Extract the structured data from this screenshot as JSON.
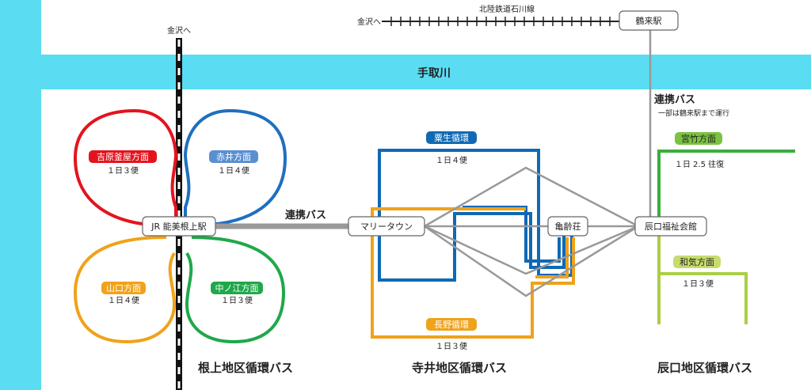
{
  "river": {
    "name": "手取川",
    "color": "#5adcf2"
  },
  "railway": {
    "hokuriku": {
      "name": "北陸鉄道石川線",
      "direction": "金沢へ"
    },
    "jr": {
      "direction": "金沢へ"
    }
  },
  "stations": {
    "nomi_neagari": "JR 能美根上駅",
    "marie_town": "マリータウン",
    "kireisou": "亀齢荘",
    "tatsunokuchi_fukushi": "辰口福祉会館",
    "tsurugi": "鶴来駅"
  },
  "links": {
    "renkei_bus_main": "連携バス",
    "renkei_bus_north": "連携バス",
    "renkei_bus_north_note": "一部は鶴来駅まで運行"
  },
  "routes": {
    "yoshiwara": {
      "name": "吉原釜屋方面",
      "freq": "１日３便",
      "color": "#e3141e"
    },
    "akai": {
      "name": "赤井方面",
      "freq": "１日４便",
      "color": "#1f6fbf"
    },
    "yamaguchi": {
      "name": "山口方面",
      "freq": "１日４便",
      "color": "#f0a21a"
    },
    "nakanoe": {
      "name": "中ノ江方面",
      "freq": "１日３便",
      "color": "#1fa84a"
    },
    "awazu": {
      "name": "粟生循環",
      "freq": "１日４便",
      "color": "#0f69b4"
    },
    "nagano": {
      "name": "長野循環",
      "freq": "１日３便",
      "color": "#f0a21a"
    },
    "miyatake": {
      "name": "宮竹方面",
      "freq": "１日 2.5 往復",
      "color": "#3aae3c"
    },
    "wake": {
      "name": "和気方面",
      "freq": "１日３便",
      "color": "#a9cf45"
    }
  },
  "districts": {
    "neagari": "根上地区循環バス",
    "terai": "寺井地区循環バス",
    "tatsunokuchi": "辰口地区循環バス"
  },
  "colors": {
    "renkei": "#999999",
    "side_band": "#5adcf2"
  }
}
